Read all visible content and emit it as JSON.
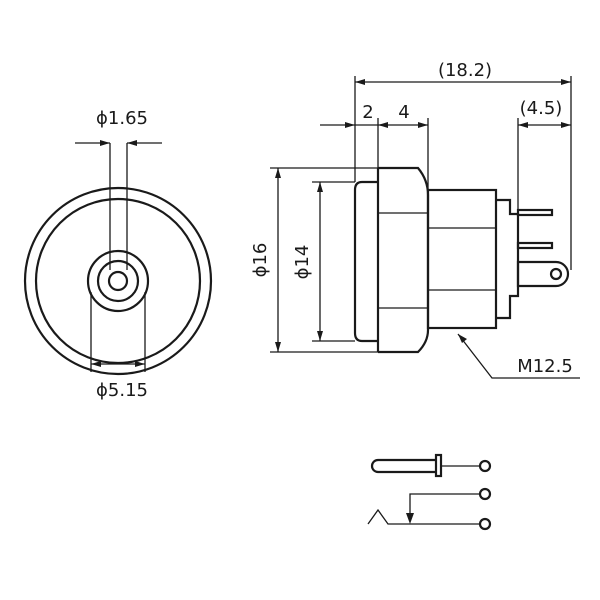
{
  "front_view": {
    "pin_diameter_label": "ϕ1.65",
    "sleeve_diameter_label": "ϕ5.15"
  },
  "side_view": {
    "overall_length_label": "(18.2)",
    "flange_label": "2",
    "nut_label": "4",
    "terminal_length_label": "(4.5)",
    "body_diameter_label": "ϕ16",
    "flange_diameter_label": "ϕ14",
    "thread_label": "M12.5"
  },
  "schematic": {
    "terminal_count": 3
  }
}
